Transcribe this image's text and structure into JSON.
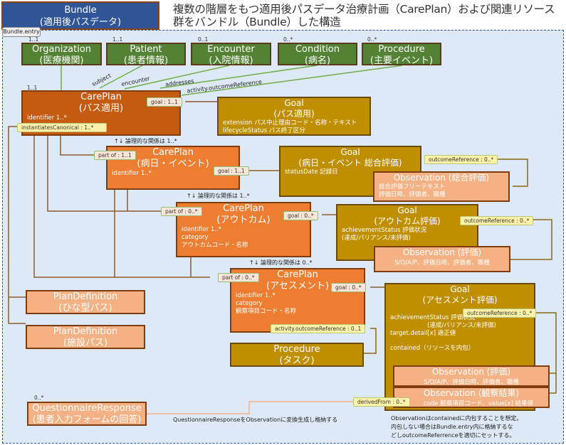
{
  "title": "複数の階層をもつ適用後パスデータ治療計画（CarePlan）および関連リソース群をバンドル（Bundle）した構造",
  "bundle": {
    "name": "Bundle",
    "sub": "(適用後パスデータ)",
    "entry_label": "Bundle.entry"
  },
  "top_resources": [
    {
      "name": "Organization",
      "sub": "(医療機関)",
      "mult": "1..1"
    },
    {
      "name": "Patient",
      "sub": "(患者情報)",
      "mult": "1..1"
    },
    {
      "name": "Encounter",
      "sub": "(入院情報)",
      "mult": "0..1"
    },
    {
      "name": "Condition",
      "sub": "(病名)",
      "mult": "0..*"
    },
    {
      "name": "Procedure",
      "sub": "(主要イベント)",
      "mult": "0..*"
    }
  ],
  "ref_labels": {
    "subject": "subject",
    "encounter": "encounter",
    "addresses": "addresses",
    "activity": "activity.outcomeReference"
  },
  "careplan_root": {
    "name": "CarePlan",
    "sub": "(パス適用)",
    "mult": "1..1",
    "attrs": [
      "identifier 1..*"
    ],
    "goal_tag": "goal : 1..1",
    "canonical_tag": "instantiatesCanonical : 1..*"
  },
  "goal_root": {
    "name": "Goal",
    "sub": "(パス適用)",
    "attrs": [
      "extension パス中止理由コード・名称・テキスト",
      "lifecycleStatus パス終了区分"
    ]
  },
  "careplan_day": {
    "name": "CarePlan",
    "sub": "(病日・イベント)",
    "attrs": [
      "identifier 1..*"
    ],
    "partof_tag": "part of : 1..1",
    "goal_tag": "goal : 1..1",
    "relation": "↑↓ 論理的な関係は 1..*"
  },
  "goal_day": {
    "name": "Goal",
    "sub": "(病日・イベント 総合評価)",
    "attrs": [
      "statusDate 記録日"
    ],
    "outcome_tag": "outcomeReference : 0..*"
  },
  "obs_total": {
    "name": "Observation (総合評価)",
    "attrs": [
      "総合評価フリーテキスト",
      "評価日時、評価者、職種"
    ]
  },
  "careplan_outcome": {
    "name": "CarePlan",
    "sub": "(アウトカム)",
    "attrs": [
      "identifier 1..*",
      "category",
      " アウトカムコード・名称"
    ],
    "partof_tag": "part of : 0..*",
    "goal_tag": "goal : 0..*",
    "relation": "↑↓ 論理的な関係は 1..*"
  },
  "goal_outcome": {
    "name": "Goal",
    "sub": "(アウトカム評価)",
    "attrs": [
      "achievementStatus 評価状況",
      " (達成/バリアンス/未評価)"
    ],
    "outcome_tag": "outcomeReference : 0..*"
  },
  "obs_eval1": {
    "name": "Observation (評価)",
    "attrs": [
      "S/O/A/P、評価日時、評価者、職種"
    ]
  },
  "careplan_assess": {
    "name": "CarePlan",
    "sub": "(アセスメント)",
    "attrs": [
      "identifier 1..*",
      "category",
      "観察項目コード・名称"
    ],
    "partof_tag": "part of : 0..*",
    "goal_tag": "goal : 0..*",
    "activity_tag": "activity.outcomeReference : 0..1",
    "relation": "↑↓ 論理的な関係は 0..*"
  },
  "procedure_task": {
    "name": "Procedure",
    "sub": "(タスク)"
  },
  "goal_assess": {
    "name": "Goal",
    "sub": "(アセスメント評価)",
    "attrs": [
      "achievementStatus 評価状況",
      "(達成/バリアンス/未評価)",
      "target.detail[x] 適正値"
    ],
    "contained": "contained（リソースを内包）",
    "outcome_tag": "outcomeReference : 0..*"
  },
  "obs_eval2": {
    "name": "Observation (評価)",
    "attrs": [
      "S/O/A/P、評価日時、評価者、職種"
    ]
  },
  "obs_result": {
    "name": "Observation (観察結果)",
    "attrs": [
      "code 観察項目コード、value[x] 結果値"
    ],
    "derived_tag": "derivedFrom : 0..*"
  },
  "plandef1": {
    "name": "PlanDefinition",
    "sub": "(ひな型パス)"
  },
  "plandef2": {
    "name": "PlanDefinition",
    "sub": "(施設パス)"
  },
  "questionnaire": {
    "name": "QuestionnaireResponse",
    "sub": "(患者入力フォームの回答)",
    "mult": "0..*",
    "note": "QuestionnaireResponseをObservationに変換生成し格納する"
  },
  "footnote": [
    "Observationはcontainedに内包することを想定。",
    "内包しない場合はBundle.entry内に格納するな",
    "どしoutcomeReferrenceを適切にセットする。"
  ]
}
